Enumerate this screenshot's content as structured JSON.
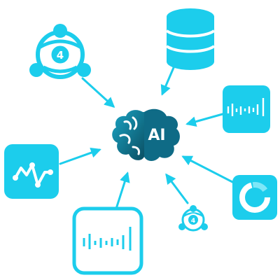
{
  "center": {
    "label": "AI",
    "icon": "ai-brain-icon"
  },
  "colors": {
    "accent": "#1ccdec",
    "accent_dark": "#0ea9cf",
    "brain_dark": "#0b4f63",
    "brain_mid": "#13738f",
    "white": "#ffffff"
  },
  "nodes": [
    {
      "id": "metatrader-large",
      "icon": "metatrader-4-icon",
      "label": "4"
    },
    {
      "id": "database",
      "icon": "database-icon"
    },
    {
      "id": "chart-tile-right",
      "icon": "candlestick-chart-icon"
    },
    {
      "id": "line-chart-tile",
      "icon": "line-chart-icon"
    },
    {
      "id": "donut-tile",
      "icon": "donut-chart-icon"
    },
    {
      "id": "metatrader-small",
      "icon": "metatrader-4-icon",
      "label": "4"
    },
    {
      "id": "chart-tile-bottom",
      "icon": "candlestick-chart-icon"
    }
  ]
}
